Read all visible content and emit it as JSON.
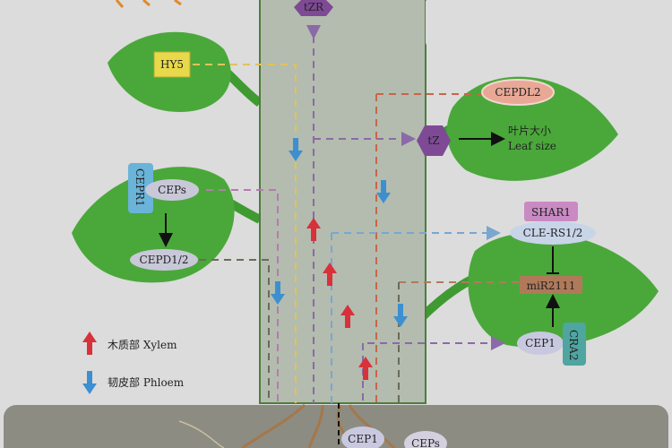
{
  "colors": {
    "background": "#dcdcdc",
    "stem": "#b3bcae",
    "leaf": "#4aa83a",
    "soil": "#8c8c82",
    "xylem": "#d8313a",
    "phloem": "#3d8fd0",
    "hexagon": "#7e4a96"
  },
  "stem": {
    "top_node": "tZR"
  },
  "leaf_top_left": {
    "node": "HY5"
  },
  "leaf_top_right": {
    "node_top": "CEPDL2",
    "hex": "tZ",
    "effect_cn": "叶片大小",
    "effect_en": "Leaf size"
  },
  "leaf_mid_left": {
    "receptor": "CEPR1",
    "signal": "CEPs",
    "product": "CEPD1/2"
  },
  "leaf_mid_right": {
    "top_box": "SHAR1",
    "receptor": "CLE-RS1/2",
    "mirna": "miR2111",
    "signal": "CEP1",
    "receptor2": "CRA2"
  },
  "legend": {
    "xylem": "木质部 Xylem",
    "phloem": "韧皮部 Phloem"
  },
  "root": {
    "signal1": "CEP1",
    "signal2": "CEPs"
  }
}
